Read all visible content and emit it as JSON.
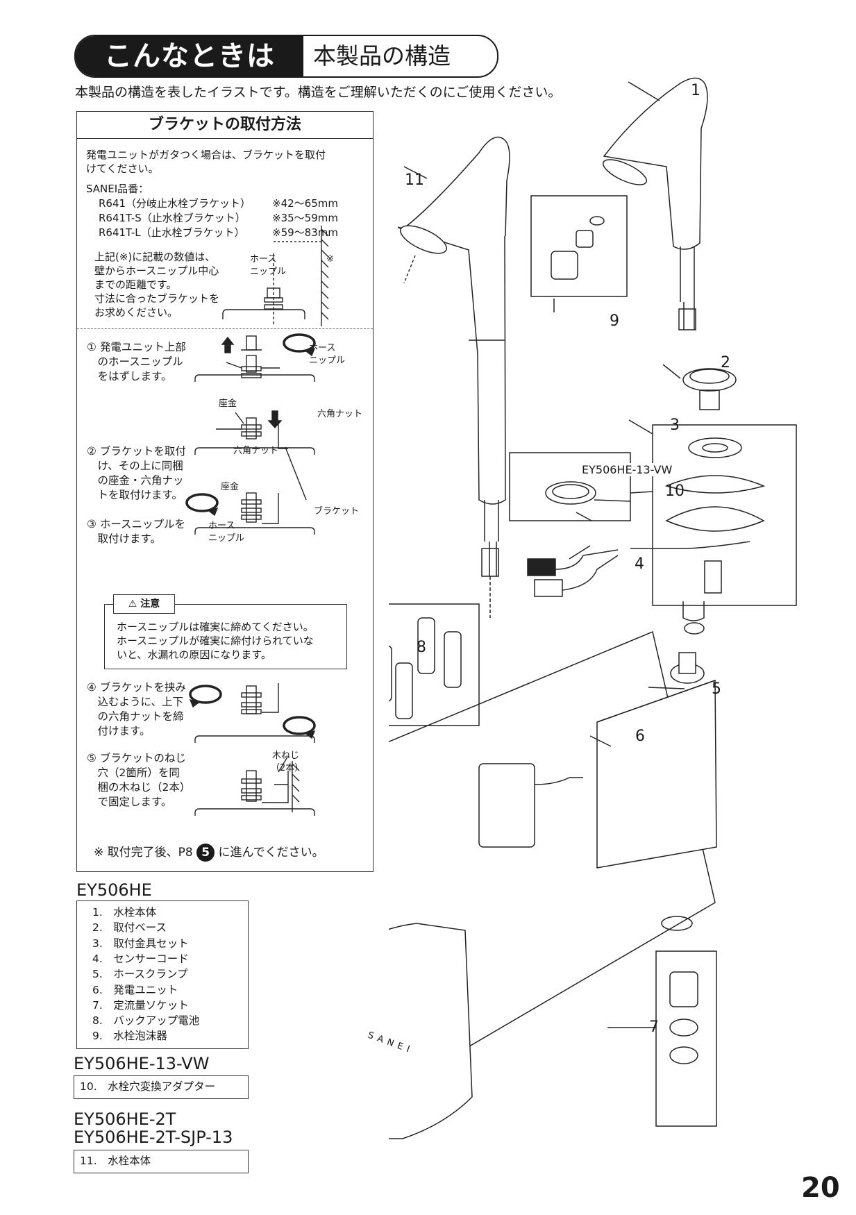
{
  "header": {
    "category": "こんなときは",
    "title": "本製品の構造"
  },
  "intro": "本製品の構造を表したイラストです。構造をご理解いただくのにご使用ください。",
  "bracket": {
    "title": "ブラケットの取付方法",
    "desc_lines": [
      "発電ユニットがガタつく場合は、ブラケットを取付",
      "けてください。"
    ],
    "product_label": "SANEI品番：",
    "products": [
      {
        "code": "R641（分岐止水栓ブラケット）",
        "range": "※42～65mm"
      },
      {
        "code": "R641T-S（止水栓ブラケット）",
        "range": "※35～59mm"
      },
      {
        "code": "R641T-L（止水栓ブラケット）",
        "range": "※59～83mm"
      }
    ],
    "note_lines": [
      "上記(※)に記載の数値は、",
      "壁からホースニップル中心",
      "までの距離です。",
      "寸法に合ったブラケットを",
      "お求めください。"
    ],
    "labels": {
      "hose_nipple_1": "ホース",
      "hose_nipple_2": "ニップル",
      "asterisk": "※",
      "washer": "座金",
      "hex_nut": "六角ナット",
      "bracket": "ブラケット",
      "wood_screw_1": "木ねじ",
      "wood_screw_2": "（2本）"
    },
    "steps": [
      {
        "lines": [
          "① 発電ユニット上部",
          "　のホースニップル",
          "　をはずします。"
        ]
      },
      {
        "lines": [
          "② ブラケットを取付",
          "　け、その上に同梱",
          "　の座金・六角ナッ",
          "　トを取付けます。"
        ]
      },
      {
        "lines": [
          "③ ホースニップルを",
          "　取付けます。"
        ]
      },
      {
        "lines": [
          "④ ブラケットを挟み",
          "　込むように、上下",
          "　の六角ナットを締",
          "　付けます。"
        ]
      },
      {
        "lines": [
          "⑤ ブラケットのねじ",
          "　穴（2箇所）を同",
          "　梱の木ねじ（2本）",
          "　で固定します。"
        ]
      }
    ],
    "caution": {
      "tag": "注意",
      "lines": [
        "ホースニップルは確実に締めてください。",
        "ホースニップルが確実に締付けられていな",
        "いと、水漏れの原因になります。"
      ]
    },
    "completion": {
      "before": "※ 取付完了後、P8",
      "num": "5",
      "after": "に進んでください。"
    }
  },
  "models": [
    {
      "name": "EY506HE",
      "parts": [
        "1.　水栓本体",
        "2.　取付ベース",
        "3.　取付金具セット",
        "4.　センサーコード",
        "5.　ホースクランプ",
        "6.　発電ユニット",
        "7.　定流量ソケット",
        "8.　バックアップ電池",
        "9.　水栓泡沫器"
      ]
    },
    {
      "name": "EY506HE-13-VW",
      "parts": [
        "10.　水栓穴変換アダプター"
      ]
    },
    {
      "name": "EY506HE-2T",
      "name2": "EY506HE-2T-SJP-13",
      "parts": [
        "11.　水栓本体"
      ]
    }
  ],
  "diagram": {
    "callouts": [
      "1",
      "2",
      "3",
      "4",
      "5",
      "6",
      "7",
      "8",
      "9",
      "10",
      "11"
    ],
    "adapter_model": "EY506HE-13-VW",
    "brand": "SANEI"
  },
  "page_number": "20"
}
